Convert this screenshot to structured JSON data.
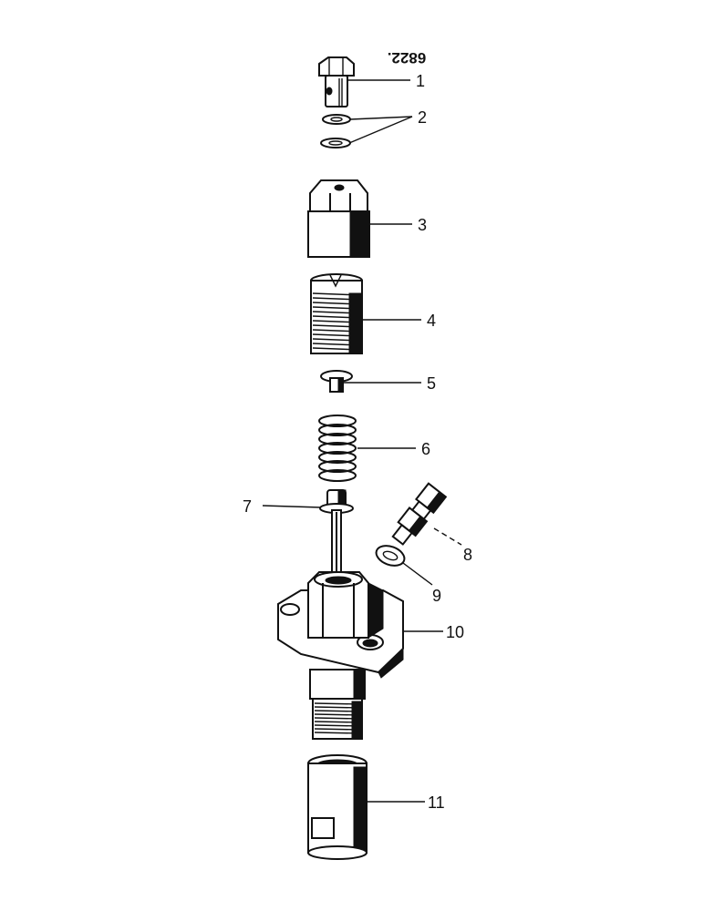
{
  "drawing_code": "6822.",
  "parts": [
    {
      "label": "1",
      "icon": "banjo-bolt-icon"
    },
    {
      "label": "2",
      "icon": "sealing-washers-icon"
    },
    {
      "label": "3",
      "icon": "cap-nut-icon"
    },
    {
      "label": "4",
      "icon": "threaded-sleeve-icon"
    },
    {
      "label": "5",
      "icon": "spring-seat-icon"
    },
    {
      "label": "6",
      "icon": "coil-spring-icon"
    },
    {
      "label": "7",
      "icon": "push-rod-icon"
    },
    {
      "label": "8",
      "icon": "union-fitting-icon"
    },
    {
      "label": "9",
      "icon": "sealing-ring-icon"
    },
    {
      "label": "10",
      "icon": "injector-body-icon"
    },
    {
      "label": "11",
      "icon": "nozzle-nut-icon"
    }
  ]
}
